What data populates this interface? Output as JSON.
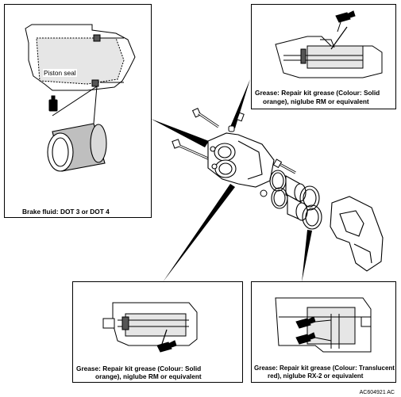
{
  "callouts": {
    "top_left": {
      "piston_seal_label": "Piston seal",
      "caption": "Brake fluid: DOT 3 or DOT 4"
    },
    "top_right": {
      "caption_line1": "Grease: Repair kit grease (Colour: Solid",
      "caption_line2": "orange), niglube RM or equivalent"
    },
    "bottom_center": {
      "caption_line1": "Grease: Repair kit grease (Colour: Solid",
      "caption_line2": "orange), niglube RM or equivalent"
    },
    "bottom_right": {
      "caption_line1": "Grease: Repair kit grease (Colour: Translucent",
      "caption_line2": "red), niglube RX-2 or equivalent"
    }
  },
  "reference_code": "AC604921 AC",
  "icons": [
    "brake-fluid-bottle-icon",
    "grease-gun-icon"
  ],
  "colors": {
    "line": "#000000",
    "background": "#ffffff",
    "fill_gray": "#d9d9d9"
  }
}
